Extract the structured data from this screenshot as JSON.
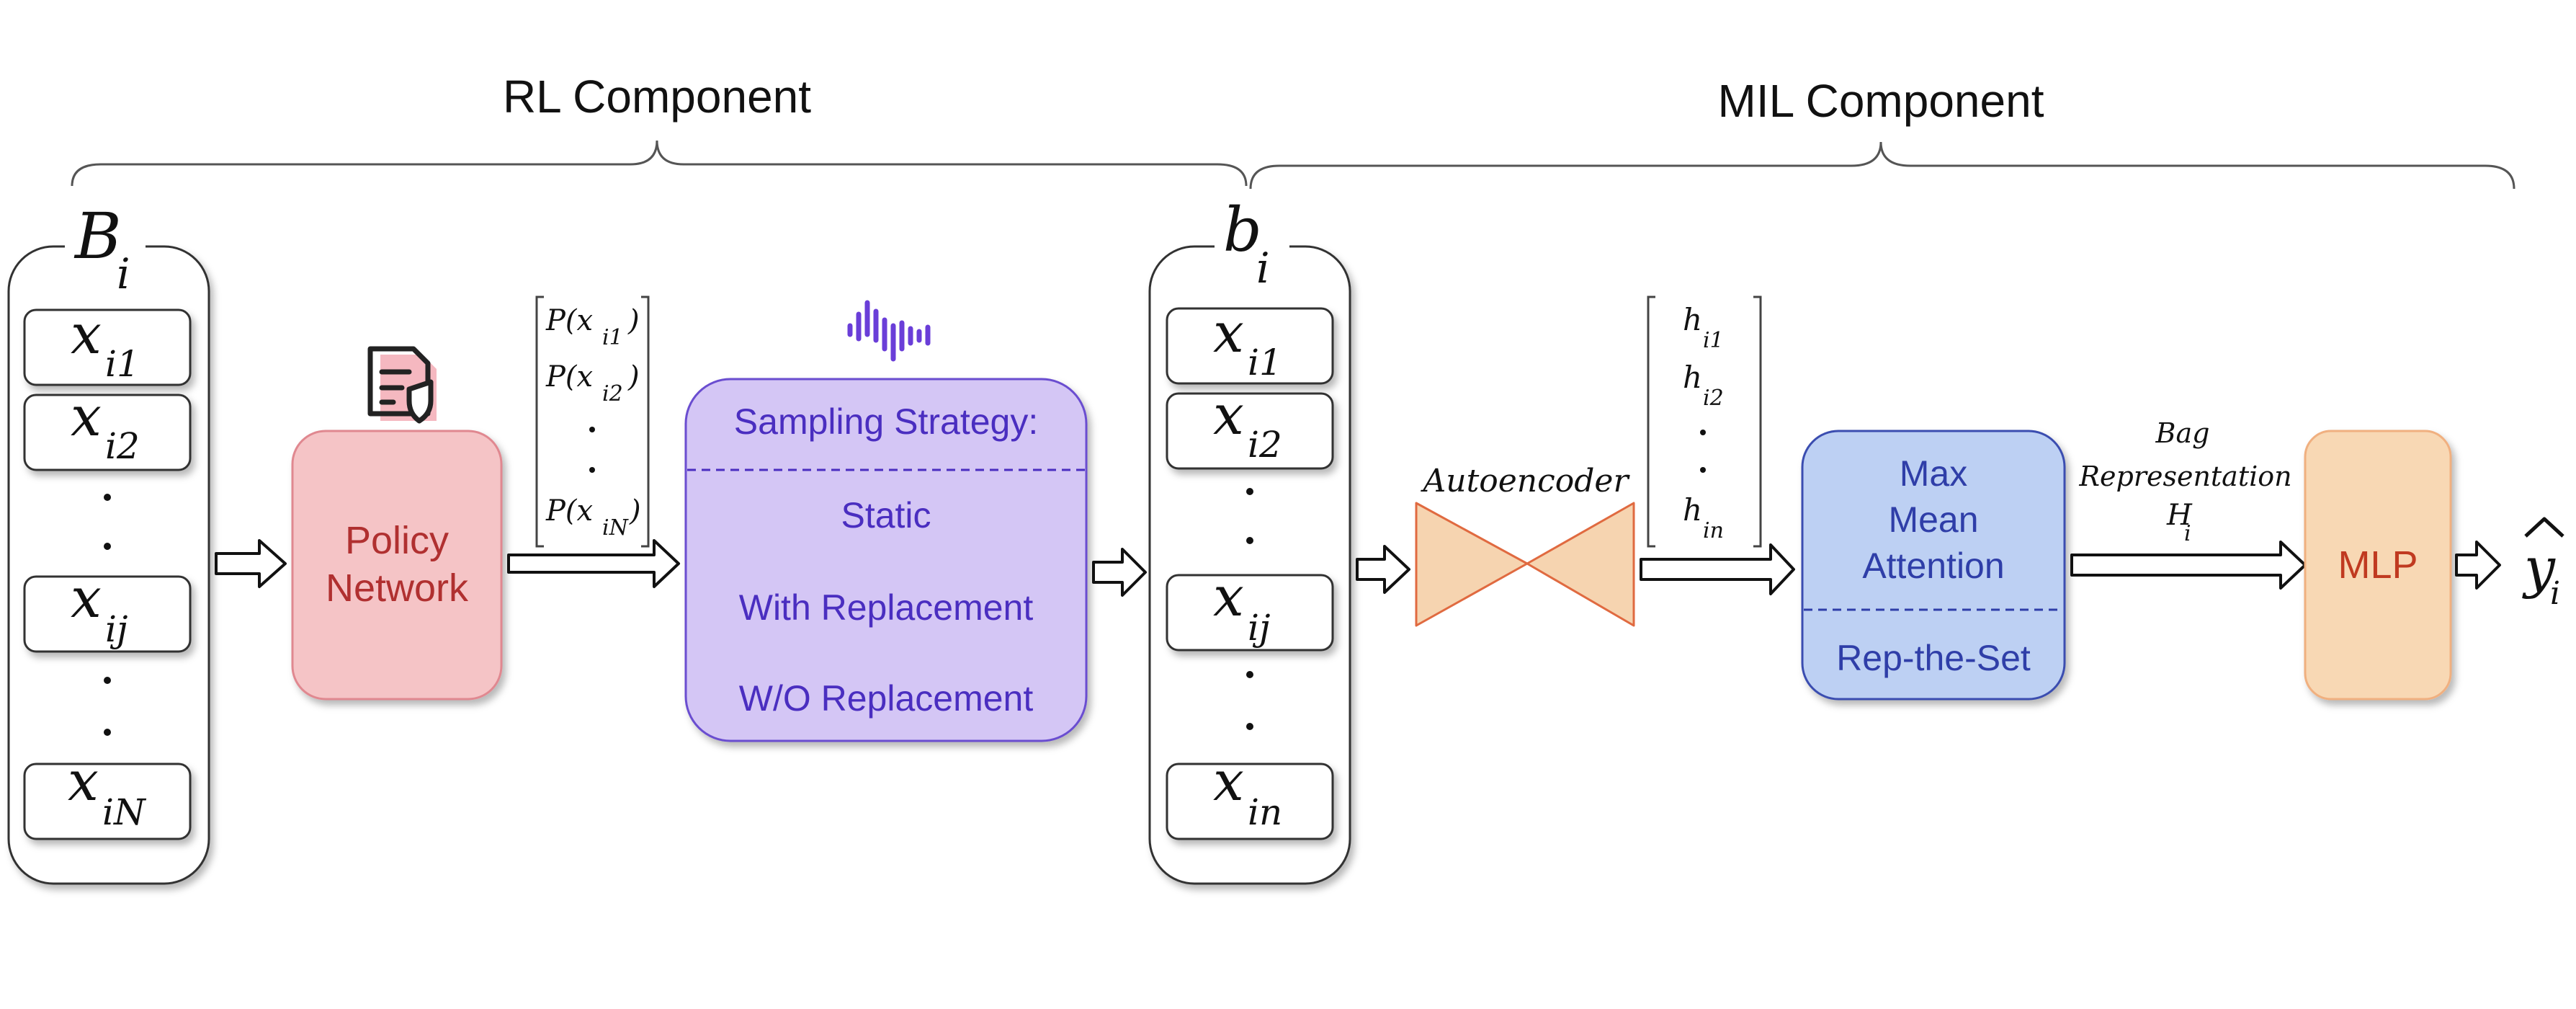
{
  "components": {
    "rl": "RL Component",
    "mil": "MIL Component"
  },
  "input_bag": {
    "name": "B",
    "sub": "i",
    "items": [
      {
        "var": "x",
        "sub": "i1"
      },
      {
        "var": "x",
        "sub": "i2"
      },
      {
        "var": "x",
        "sub": "ij"
      },
      {
        "var": "x",
        "sub": "iN"
      }
    ]
  },
  "policy_network": {
    "line1": "Policy",
    "line2": "Network",
    "icon": "document-shield-icon"
  },
  "probabilities": {
    "items": [
      {
        "text": "P(x",
        "sub": "i1",
        "close": ")"
      },
      {
        "text": "P(x",
        "sub": "i2",
        "close": ")"
      },
      {
        "text": "P(x",
        "sub": "iN",
        "close": ")"
      }
    ]
  },
  "sampling": {
    "title": "Sampling Strategy:",
    "options": [
      "Static",
      "With Replacement",
      "W/O Replacement"
    ],
    "icon": "waveform-icon"
  },
  "sampled_bag": {
    "name": "b",
    "sub": "i",
    "items": [
      {
        "var": "x",
        "sub": "i1"
      },
      {
        "var": "x",
        "sub": "i2"
      },
      {
        "var": "x",
        "sub": "ij"
      },
      {
        "var": "x",
        "sub": "in"
      }
    ]
  },
  "autoencoder": {
    "label": "Autoencoder"
  },
  "embeddings": {
    "items": [
      {
        "var": "h",
        "sub": "i1"
      },
      {
        "var": "h",
        "sub": "i2"
      },
      {
        "var": "h",
        "sub": "in"
      }
    ]
  },
  "pooling": {
    "options": [
      "Max",
      "Mean",
      "Attention"
    ],
    "alt": "Rep-the-Set"
  },
  "bag_rep": {
    "line1": "Bag",
    "line2": "Representation",
    "var": "H",
    "sub": "i"
  },
  "mlp": {
    "label": "MLP"
  },
  "output": {
    "var": "y",
    "sub": "i"
  },
  "colors": {
    "policy_fill": "#f5c4c6",
    "policy_stroke": "#e08890",
    "policy_text": "#b03030",
    "sampling_fill": "#d4c6f5",
    "sampling_stroke": "#6a4ed0",
    "sampling_text": "#4a2ec0",
    "ae_fill": "#f6d4b0",
    "ae_stroke": "#e06a40",
    "pool_fill": "#bdd0f3",
    "pool_stroke": "#3a4eb0",
    "pool_text": "#2f3ea8",
    "mlp_fill": "#f8d8b4",
    "mlp_stroke": "#f0b080",
    "mlp_text": "#c03a20"
  }
}
